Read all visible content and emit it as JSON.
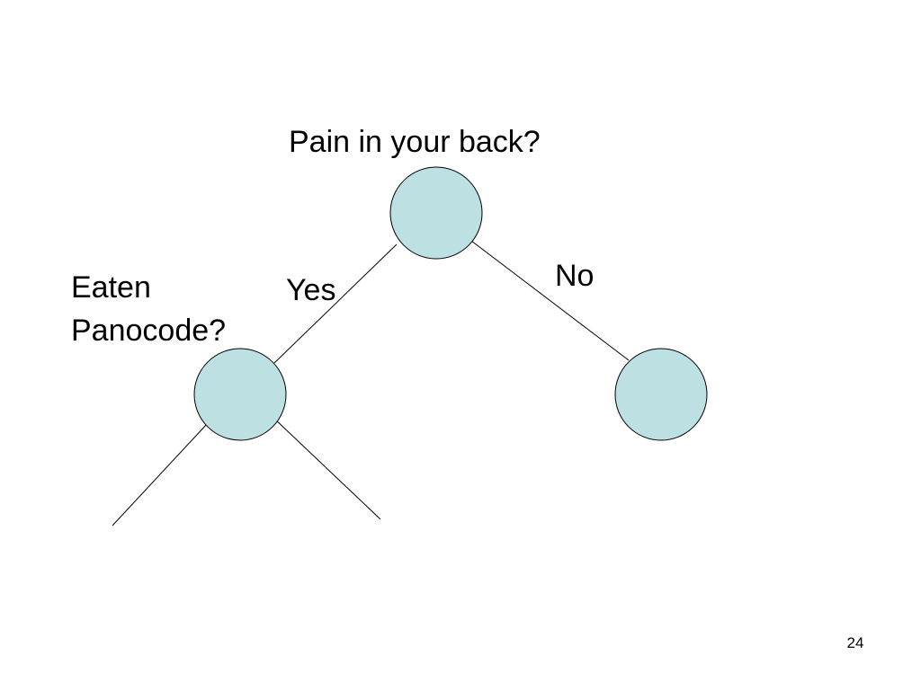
{
  "slide": {
    "page_number": "24"
  },
  "tree": {
    "root_question": "Pain in your back?",
    "yes_label": "Yes",
    "no_label": "No",
    "left_question_line1": "Eaten",
    "left_question_line2": "Panocode?"
  },
  "colors": {
    "node_fill": "#bde0e2",
    "stroke": "#000000",
    "background": "#ffffff"
  }
}
